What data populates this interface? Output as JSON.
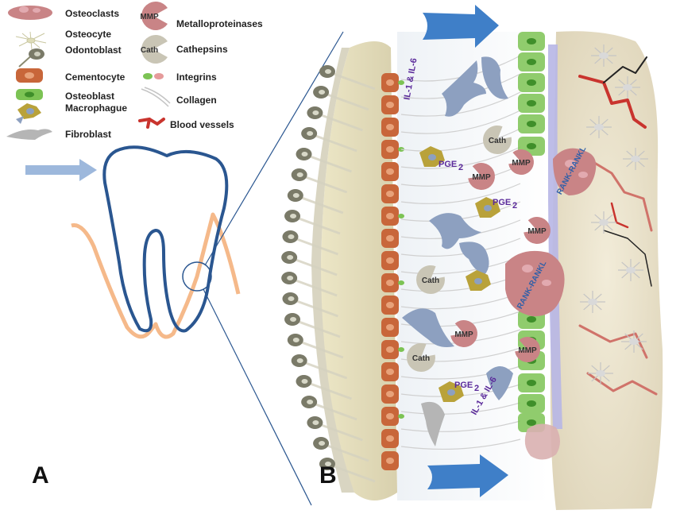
{
  "legend": {
    "osteoclasts": "Osteoclasts",
    "osteocyte": "Osteocyte",
    "odontoblast": "Odontoblast",
    "cementocyte": "Cementocyte",
    "osteoblast": "Osteoblast",
    "macrophage": "Macrophague",
    "fibroblast": "Fibroblast",
    "metalloproteinases": "Metalloproteinases",
    "cathepsins": "Cathepsins",
    "integrins": "Integrins",
    "collagen": "Collagen",
    "blood_vessels": "Blood vessels"
  },
  "icons": {
    "mmp": "MMP",
    "cath": "Cath"
  },
  "panels": {
    "a": "A",
    "b": "B"
  },
  "labels": {
    "il_top": "IL-1 & IL-6",
    "il_bottom": "IL-1 & IL-6",
    "pge": "PGE",
    "pge_sub": "2",
    "rank_top": "RANK-RANKL",
    "rank_mid": "RANK-RANKL",
    "mmp": "MMP",
    "cath": "Cath"
  },
  "colors": {
    "tooth_outline": "#2a5690",
    "gingiva": "#f5b98a",
    "arrow_light": "#9db8dc",
    "arrow_dark": "#3f7fc8",
    "cementocyte": "#c8663a",
    "osteoblast": "#7cc354",
    "mmp": "#c98486",
    "cath": "#c9c5b5",
    "bone": "#e8e1cc",
    "vessel": "#c9342e"
  }
}
